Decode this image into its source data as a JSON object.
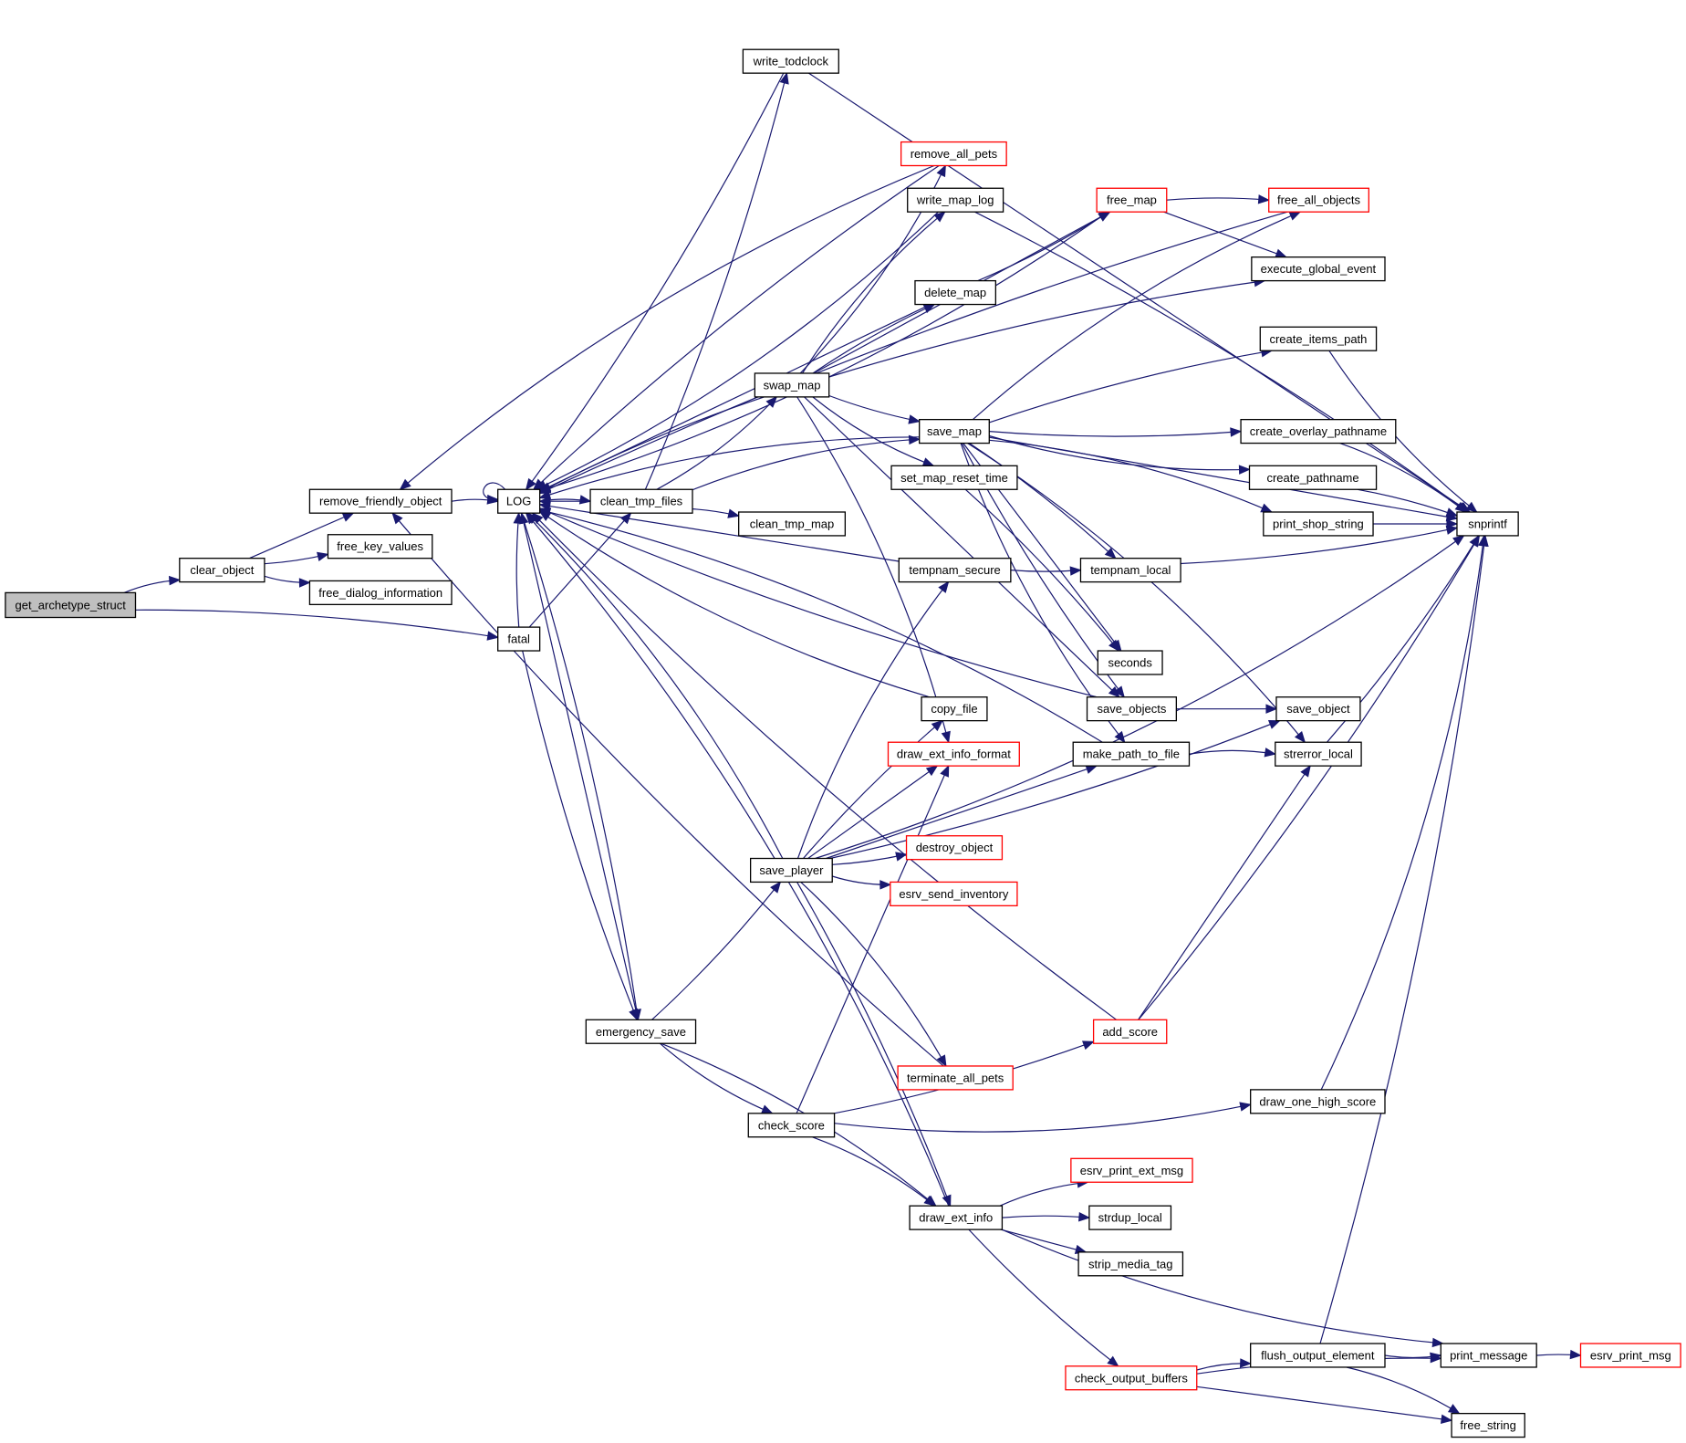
{
  "graph": {
    "title": "Call graph for get_archetype_struct",
    "root": "get_archetype_struct",
    "colors": {
      "edge": "#191970",
      "node_border": "#000000",
      "node_border_truncated": "#ff0000",
      "root_fill": "#bfbfbf",
      "node_fill": "#ffffff"
    },
    "nodes": [
      {
        "id": "get_archetype_struct",
        "label": "get_archetype_struct",
        "style": "root"
      },
      {
        "id": "clear_object",
        "label": "clear_object",
        "style": "normal"
      },
      {
        "id": "remove_friendly_object",
        "label": "remove_friendly_object",
        "style": "normal"
      },
      {
        "id": "free_key_values",
        "label": "free_key_values",
        "style": "normal"
      },
      {
        "id": "free_dialog_information",
        "label": "free_dialog_information",
        "style": "normal"
      },
      {
        "id": "fatal",
        "label": "fatal",
        "style": "normal"
      },
      {
        "id": "LOG",
        "label": "LOG",
        "style": "normal"
      },
      {
        "id": "clean_tmp_files",
        "label": "clean_tmp_files",
        "style": "normal"
      },
      {
        "id": "emergency_save",
        "label": "emergency_save",
        "style": "normal"
      },
      {
        "id": "write_todclock",
        "label": "write_todclock",
        "style": "normal"
      },
      {
        "id": "clean_tmp_map",
        "label": "clean_tmp_map",
        "style": "normal"
      },
      {
        "id": "swap_map",
        "label": "swap_map",
        "style": "normal"
      },
      {
        "id": "save_player",
        "label": "save_player",
        "style": "normal"
      },
      {
        "id": "check_score",
        "label": "check_score",
        "style": "normal"
      },
      {
        "id": "remove_all_pets",
        "label": "remove_all_pets",
        "style": "truncated"
      },
      {
        "id": "write_map_log",
        "label": "write_map_log",
        "style": "normal"
      },
      {
        "id": "delete_map",
        "label": "delete_map",
        "style": "normal"
      },
      {
        "id": "save_map",
        "label": "save_map",
        "style": "normal"
      },
      {
        "id": "set_map_reset_time",
        "label": "set_map_reset_time",
        "style": "normal"
      },
      {
        "id": "tempnam_secure",
        "label": "tempnam_secure",
        "style": "normal"
      },
      {
        "id": "copy_file",
        "label": "copy_file",
        "style": "normal"
      },
      {
        "id": "draw_ext_info_format",
        "label": "draw_ext_info_format",
        "style": "truncated"
      },
      {
        "id": "destroy_object",
        "label": "destroy_object",
        "style": "truncated"
      },
      {
        "id": "esrv_send_inventory",
        "label": "esrv_send_inventory",
        "style": "truncated"
      },
      {
        "id": "terminate_all_pets",
        "label": "terminate_all_pets",
        "style": "truncated"
      },
      {
        "id": "draw_ext_info",
        "label": "draw_ext_info",
        "style": "normal"
      },
      {
        "id": "free_map",
        "label": "free_map",
        "style": "truncated"
      },
      {
        "id": "tempnam_local",
        "label": "tempnam_local",
        "style": "normal"
      },
      {
        "id": "seconds",
        "label": "seconds",
        "style": "normal"
      },
      {
        "id": "save_objects",
        "label": "save_objects",
        "style": "normal"
      },
      {
        "id": "make_path_to_file",
        "label": "make_path_to_file",
        "style": "normal"
      },
      {
        "id": "add_score",
        "label": "add_score",
        "style": "truncated"
      },
      {
        "id": "esrv_print_ext_msg",
        "label": "esrv_print_ext_msg",
        "style": "truncated"
      },
      {
        "id": "strdup_local",
        "label": "strdup_local",
        "style": "normal"
      },
      {
        "id": "strip_media_tag",
        "label": "strip_media_tag",
        "style": "normal"
      },
      {
        "id": "check_output_buffers",
        "label": "check_output_buffers",
        "style": "truncated"
      },
      {
        "id": "free_all_objects",
        "label": "free_all_objects",
        "style": "truncated"
      },
      {
        "id": "execute_global_event",
        "label": "execute_global_event",
        "style": "normal"
      },
      {
        "id": "create_items_path",
        "label": "create_items_path",
        "style": "normal"
      },
      {
        "id": "create_overlay_pathname",
        "label": "create_overlay_pathname",
        "style": "normal"
      },
      {
        "id": "create_pathname",
        "label": "create_pathname",
        "style": "normal"
      },
      {
        "id": "print_shop_string",
        "label": "print_shop_string",
        "style": "normal"
      },
      {
        "id": "save_object",
        "label": "save_object",
        "style": "normal"
      },
      {
        "id": "strerror_local",
        "label": "strerror_local",
        "style": "normal"
      },
      {
        "id": "draw_one_high_score",
        "label": "draw_one_high_score",
        "style": "normal"
      },
      {
        "id": "flush_output_element",
        "label": "flush_output_element",
        "style": "normal"
      },
      {
        "id": "snprintf",
        "label": "snprintf",
        "style": "normal"
      },
      {
        "id": "print_message",
        "label": "print_message",
        "style": "normal"
      },
      {
        "id": "free_string",
        "label": "free_string",
        "style": "normal"
      },
      {
        "id": "esrv_print_msg",
        "label": "esrv_print_msg",
        "style": "truncated"
      }
    ],
    "edges": [
      [
        "get_archetype_struct",
        "clear_object"
      ],
      [
        "get_archetype_struct",
        "fatal"
      ],
      [
        "clear_object",
        "remove_friendly_object"
      ],
      [
        "clear_object",
        "free_key_values"
      ],
      [
        "clear_object",
        "free_dialog_information"
      ],
      [
        "remove_friendly_object",
        "LOG"
      ],
      [
        "fatal",
        "LOG"
      ],
      [
        "fatal",
        "clean_tmp_files"
      ],
      [
        "fatal",
        "emergency_save"
      ],
      [
        "LOG",
        "LOG"
      ],
      [
        "LOG",
        "clean_tmp_files"
      ],
      [
        "LOG",
        "emergency_save"
      ],
      [
        "clean_tmp_files",
        "LOG"
      ],
      [
        "clean_tmp_files",
        "write_todclock"
      ],
      [
        "clean_tmp_files",
        "swap_map"
      ],
      [
        "clean_tmp_files",
        "save_map"
      ],
      [
        "clean_tmp_files",
        "clean_tmp_map"
      ],
      [
        "emergency_save",
        "LOG"
      ],
      [
        "emergency_save",
        "save_player"
      ],
      [
        "emergency_save",
        "check_score"
      ],
      [
        "emergency_save",
        "draw_ext_info"
      ],
      [
        "write_todclock",
        "LOG"
      ],
      [
        "write_todclock",
        "snprintf"
      ],
      [
        "swap_map",
        "LOG"
      ],
      [
        "swap_map",
        "remove_all_pets"
      ],
      [
        "swap_map",
        "write_map_log"
      ],
      [
        "swap_map",
        "delete_map"
      ],
      [
        "swap_map",
        "free_map"
      ],
      [
        "swap_map",
        "save_map"
      ],
      [
        "swap_map",
        "set_map_reset_time"
      ],
      [
        "swap_map",
        "draw_ext_info_format"
      ],
      [
        "swap_map",
        "execute_global_event"
      ],
      [
        "swap_map",
        "save_objects"
      ],
      [
        "remove_all_pets",
        "LOG"
      ],
      [
        "remove_all_pets",
        "remove_friendly_object"
      ],
      [
        "write_map_log",
        "LOG"
      ],
      [
        "write_map_log",
        "snprintf"
      ],
      [
        "delete_map",
        "LOG"
      ],
      [
        "delete_map",
        "free_map"
      ],
      [
        "save_map",
        "LOG"
      ],
      [
        "save_map",
        "free_all_objects"
      ],
      [
        "save_map",
        "create_items_path"
      ],
      [
        "save_map",
        "snprintf"
      ],
      [
        "save_map",
        "create_overlay_pathname"
      ],
      [
        "save_map",
        "create_pathname"
      ],
      [
        "save_map",
        "print_shop_string"
      ],
      [
        "save_map",
        "tempnam_local"
      ],
      [
        "save_map",
        "seconds"
      ],
      [
        "save_map",
        "save_objects"
      ],
      [
        "save_map",
        "make_path_to_file"
      ],
      [
        "save_map",
        "strerror_local"
      ],
      [
        "set_map_reset_time",
        "seconds"
      ],
      [
        "tempnam_secure",
        "LOG"
      ],
      [
        "tempnam_secure",
        "tempnam_local"
      ],
      [
        "save_player",
        "LOG"
      ],
      [
        "save_player",
        "tempnam_secure"
      ],
      [
        "save_player",
        "copy_file"
      ],
      [
        "save_player",
        "draw_ext_info_format"
      ],
      [
        "save_player",
        "destroy_object"
      ],
      [
        "save_player",
        "esrv_send_inventory"
      ],
      [
        "save_player",
        "terminate_all_pets"
      ],
      [
        "save_player",
        "draw_ext_info"
      ],
      [
        "save_player",
        "make_path_to_file"
      ],
      [
        "save_player",
        "save_object"
      ],
      [
        "save_player",
        "snprintf"
      ],
      [
        "copy_file",
        "LOG"
      ],
      [
        "terminate_all_pets",
        "remove_friendly_object"
      ],
      [
        "check_score",
        "draw_ext_info_format"
      ],
      [
        "check_score",
        "add_score"
      ],
      [
        "check_score",
        "draw_one_high_score"
      ],
      [
        "check_score",
        "draw_ext_info"
      ],
      [
        "add_score",
        "LOG"
      ],
      [
        "add_score",
        "strerror_local"
      ],
      [
        "add_score",
        "snprintf"
      ],
      [
        "draw_ext_info",
        "LOG"
      ],
      [
        "draw_ext_info",
        "esrv_print_ext_msg"
      ],
      [
        "draw_ext_info",
        "strdup_local"
      ],
      [
        "draw_ext_info",
        "strip_media_tag"
      ],
      [
        "draw_ext_info",
        "check_output_buffers"
      ],
      [
        "draw_ext_info",
        "print_message"
      ],
      [
        "free_map",
        "LOG"
      ],
      [
        "free_map",
        "free_all_objects"
      ],
      [
        "free_map",
        "execute_global_event"
      ],
      [
        "free_all_objects",
        "LOG"
      ],
      [
        "make_path_to_file",
        "LOG"
      ],
      [
        "make_path_to_file",
        "strerror_local"
      ],
      [
        "save_objects",
        "LOG"
      ],
      [
        "save_objects",
        "save_object"
      ],
      [
        "tempnam_local",
        "snprintf"
      ],
      [
        "create_items_path",
        "snprintf"
      ],
      [
        "create_overlay_pathname",
        "snprintf"
      ],
      [
        "create_pathname",
        "snprintf"
      ],
      [
        "print_shop_string",
        "snprintf"
      ],
      [
        "strerror_local",
        "snprintf"
      ],
      [
        "draw_one_high_score",
        "snprintf"
      ],
      [
        "check_output_buffers",
        "flush_output_element"
      ],
      [
        "check_output_buffers",
        "print_message"
      ],
      [
        "check_output_buffers",
        "free_string"
      ],
      [
        "flush_output_element",
        "snprintf"
      ],
      [
        "flush_output_element",
        "print_message"
      ],
      [
        "flush_output_element",
        "free_string"
      ],
      [
        "print_message",
        "esrv_print_msg"
      ]
    ]
  }
}
